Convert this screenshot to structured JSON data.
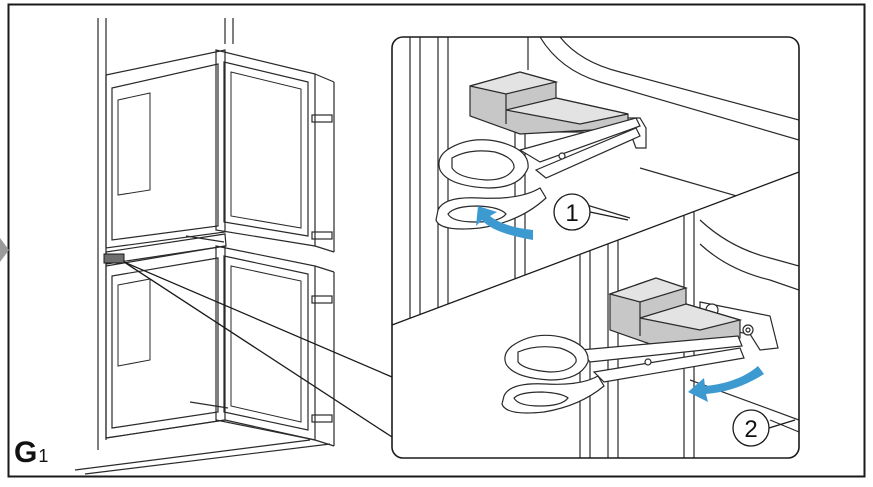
{
  "figure": {
    "letter": "G",
    "number": "1"
  },
  "steps": [
    {
      "label": "1"
    },
    {
      "label": "2"
    }
  ],
  "colors": {
    "arrow": "#3d9ad1",
    "block_fill": "#c7c7c7",
    "block_top": "#e3e3e3",
    "marker": "#6f6f6f",
    "line": "#1a1a1a",
    "nav_arrow": "#9a9a9a"
  }
}
